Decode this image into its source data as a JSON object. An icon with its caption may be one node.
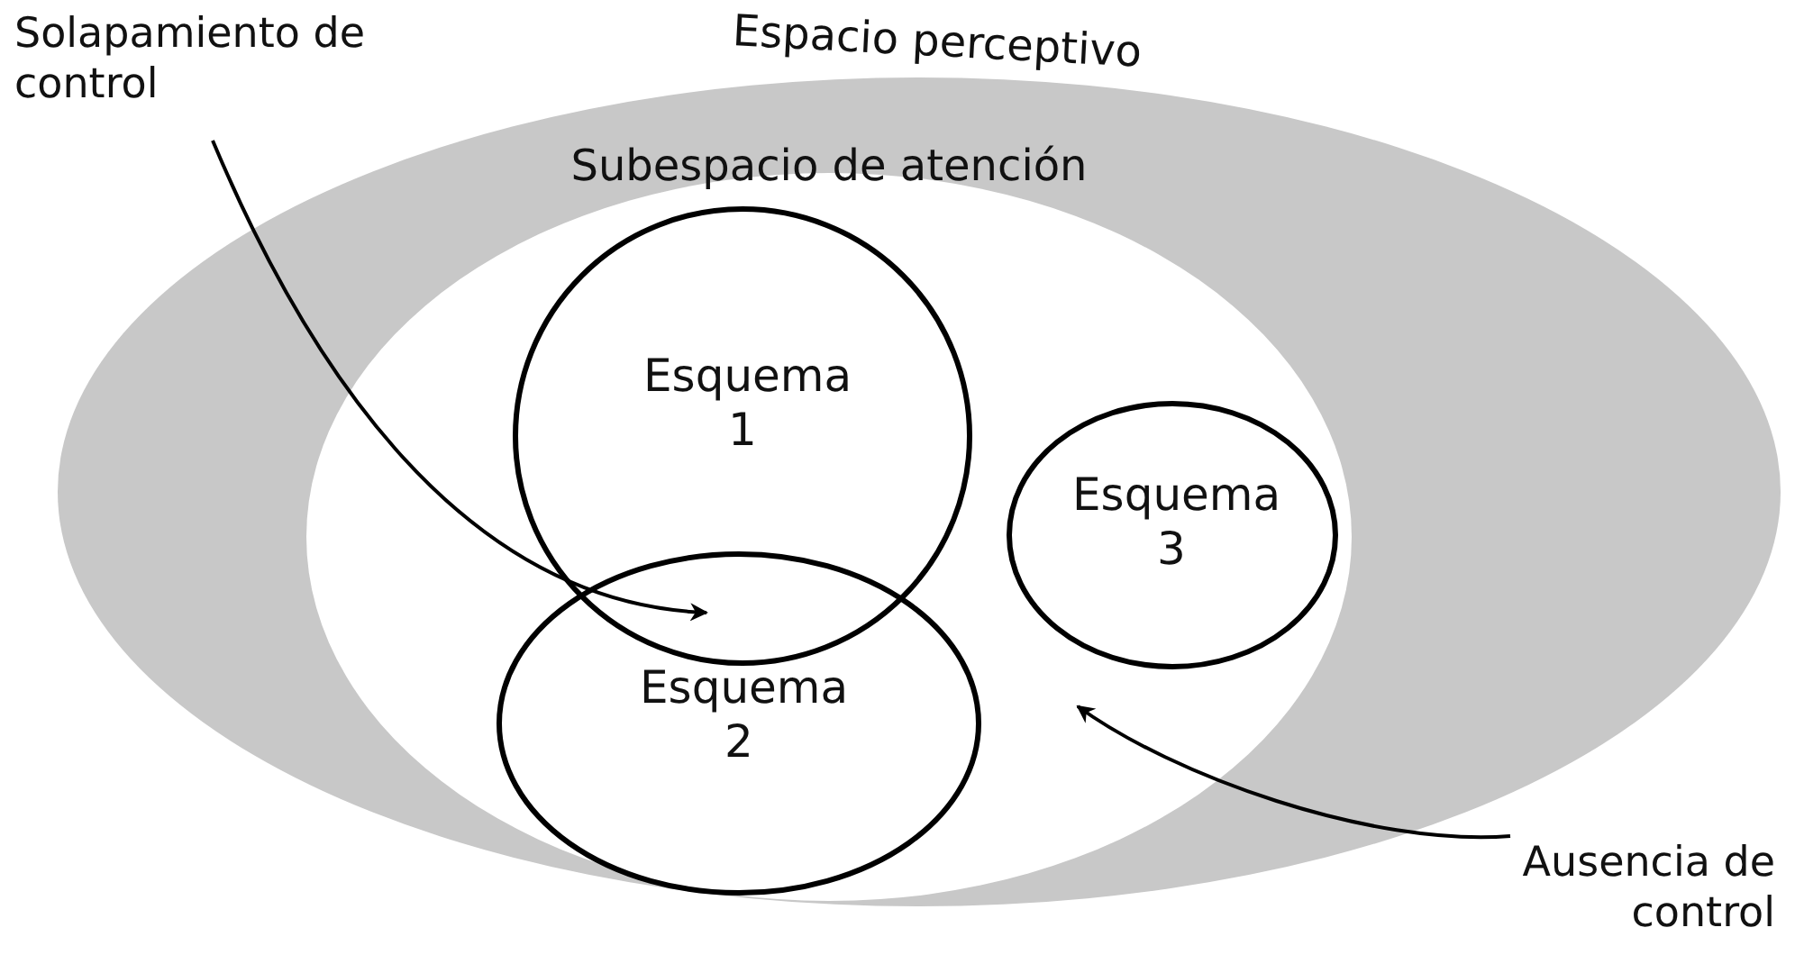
{
  "diagram": {
    "nodes": [
      {
        "text": [
          "Espacio perceptivo"
        ]
      },
      {
        "text": [
          "Subespacio de atención"
        ],
        "in": 0
      },
      {
        "text": [
          "Esquema 1"
        ],
        "in": 1
      },
      {
        "text": [
          "Esquema 2"
        ],
        "in": 1
      },
      {
        "text": [
          "Esquema 3"
        ],
        "in": 1
      },
      {
        "text": [
          "Solapamiento de control"
        ]
      },
      {
        "text": [
          "Ausencia de control"
        ]
      }
    ],
    "edges": [
      {
        "from": 5,
        "to": 3,
        "arrow": "to"
      },
      {
        "from": 6,
        "to": null,
        "arrow": "to"
      }
    ]
  }
}
